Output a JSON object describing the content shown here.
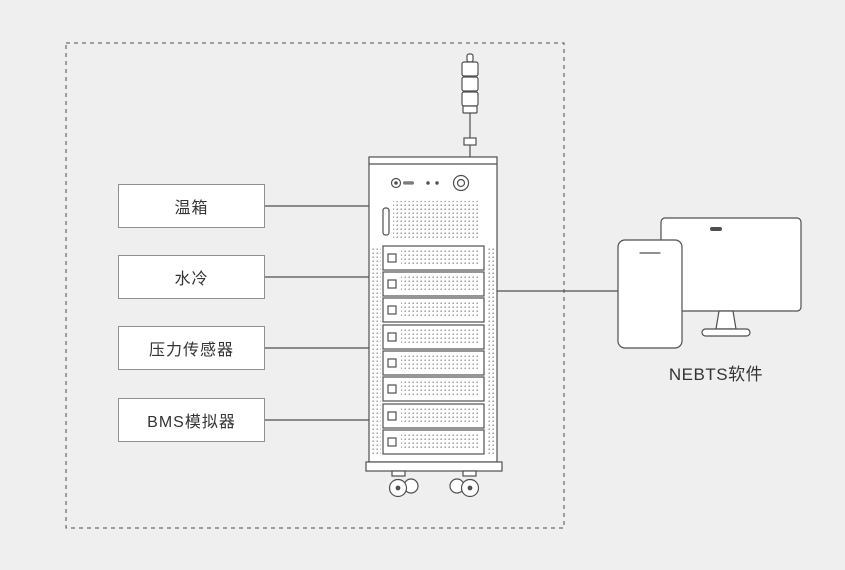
{
  "colors": {
    "background": "#efefef",
    "line": "#4f4f4f",
    "box_border": "#909090",
    "box_fill": "#ffffff",
    "text": "#333333",
    "vent_dot": "#9b9b9b"
  },
  "peripherals": [
    {
      "label": "温箱"
    },
    {
      "label": "水冷"
    },
    {
      "label": "压力传感器"
    },
    {
      "label": "BMS模拟器"
    }
  ],
  "cabinet": {
    "modules": 8,
    "icons": [
      "brand-logo-icon",
      "indicator-dots-icon",
      "power-connector-icon",
      "signal-tower-light-icon"
    ]
  },
  "computer": {
    "label": "NEBTS软件"
  }
}
